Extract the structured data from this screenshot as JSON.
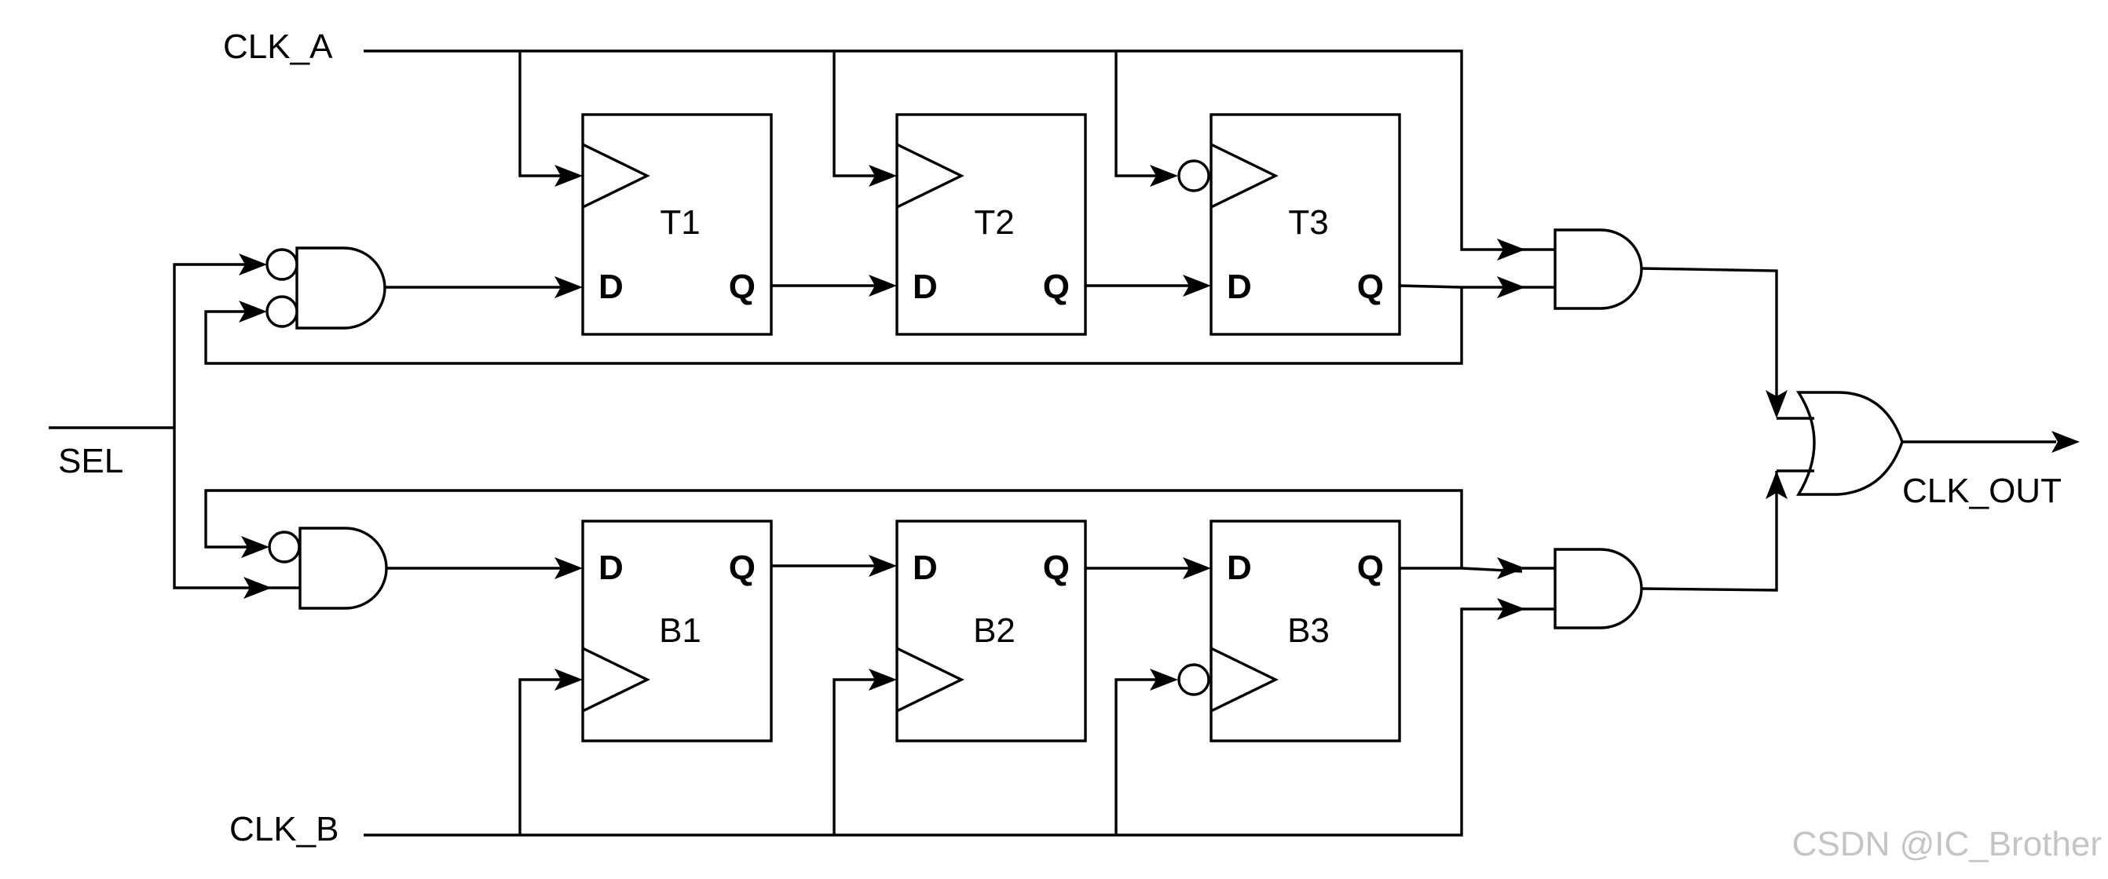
{
  "signals": {
    "clk_a": "CLK_A",
    "clk_b": "CLK_B",
    "sel": "SEL",
    "clk_out": "CLK_OUT"
  },
  "flipflops": {
    "t1": {
      "name": "T1",
      "d": "D",
      "q": "Q"
    },
    "t2": {
      "name": "T2",
      "d": "D",
      "q": "Q"
    },
    "t3": {
      "name": "T3",
      "d": "D",
      "q": "Q"
    },
    "b1": {
      "name": "B1",
      "d": "D",
      "q": "Q"
    },
    "b2": {
      "name": "B2",
      "d": "D",
      "q": "Q"
    },
    "b3": {
      "name": "B3",
      "d": "D",
      "q": "Q"
    }
  },
  "watermark": "CSDN @IC_Brother"
}
